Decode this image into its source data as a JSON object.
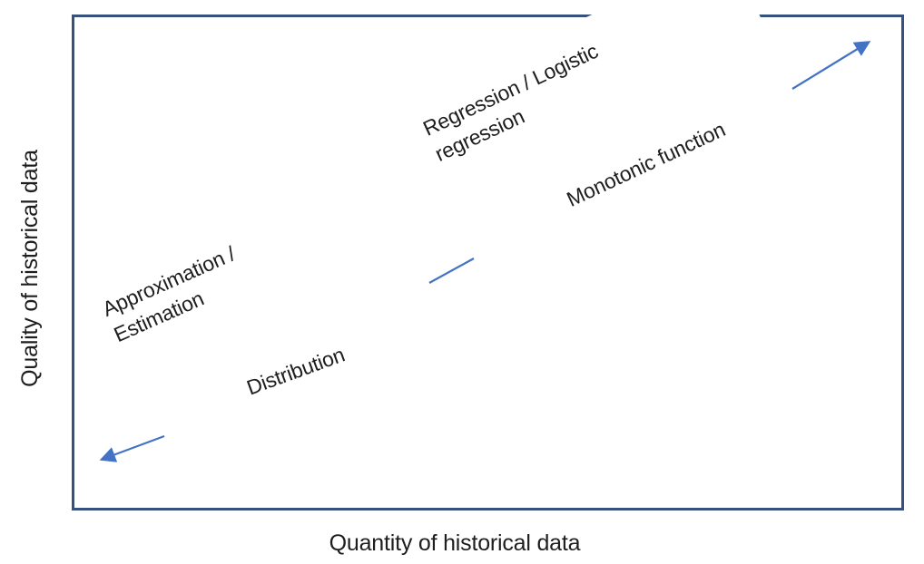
{
  "diagram": {
    "x_axis_label": "Quantity of historical data",
    "y_axis_label": "Quality of historical data",
    "labels": {
      "approximation": {
        "line1": "Approximation /",
        "line2": "Estimation"
      },
      "distribution": {
        "text": "Distribution"
      },
      "regression": {
        "line1": "Regression / Logistic",
        "line2": "regression"
      },
      "monotonic": {
        "text": "Monotonic function"
      }
    },
    "arrows": [
      {
        "name": "lower-left-arrow",
        "direction": "down-left",
        "head": "filled triangle"
      },
      {
        "name": "trend-segment",
        "direction": "up-right",
        "head": "none"
      },
      {
        "name": "upper-right-arrow",
        "direction": "up-right",
        "head": "filled triangle"
      }
    ],
    "colors": {
      "border": "#37517E",
      "arrow": "#4472C4",
      "text": "#1E1E1E"
    }
  }
}
